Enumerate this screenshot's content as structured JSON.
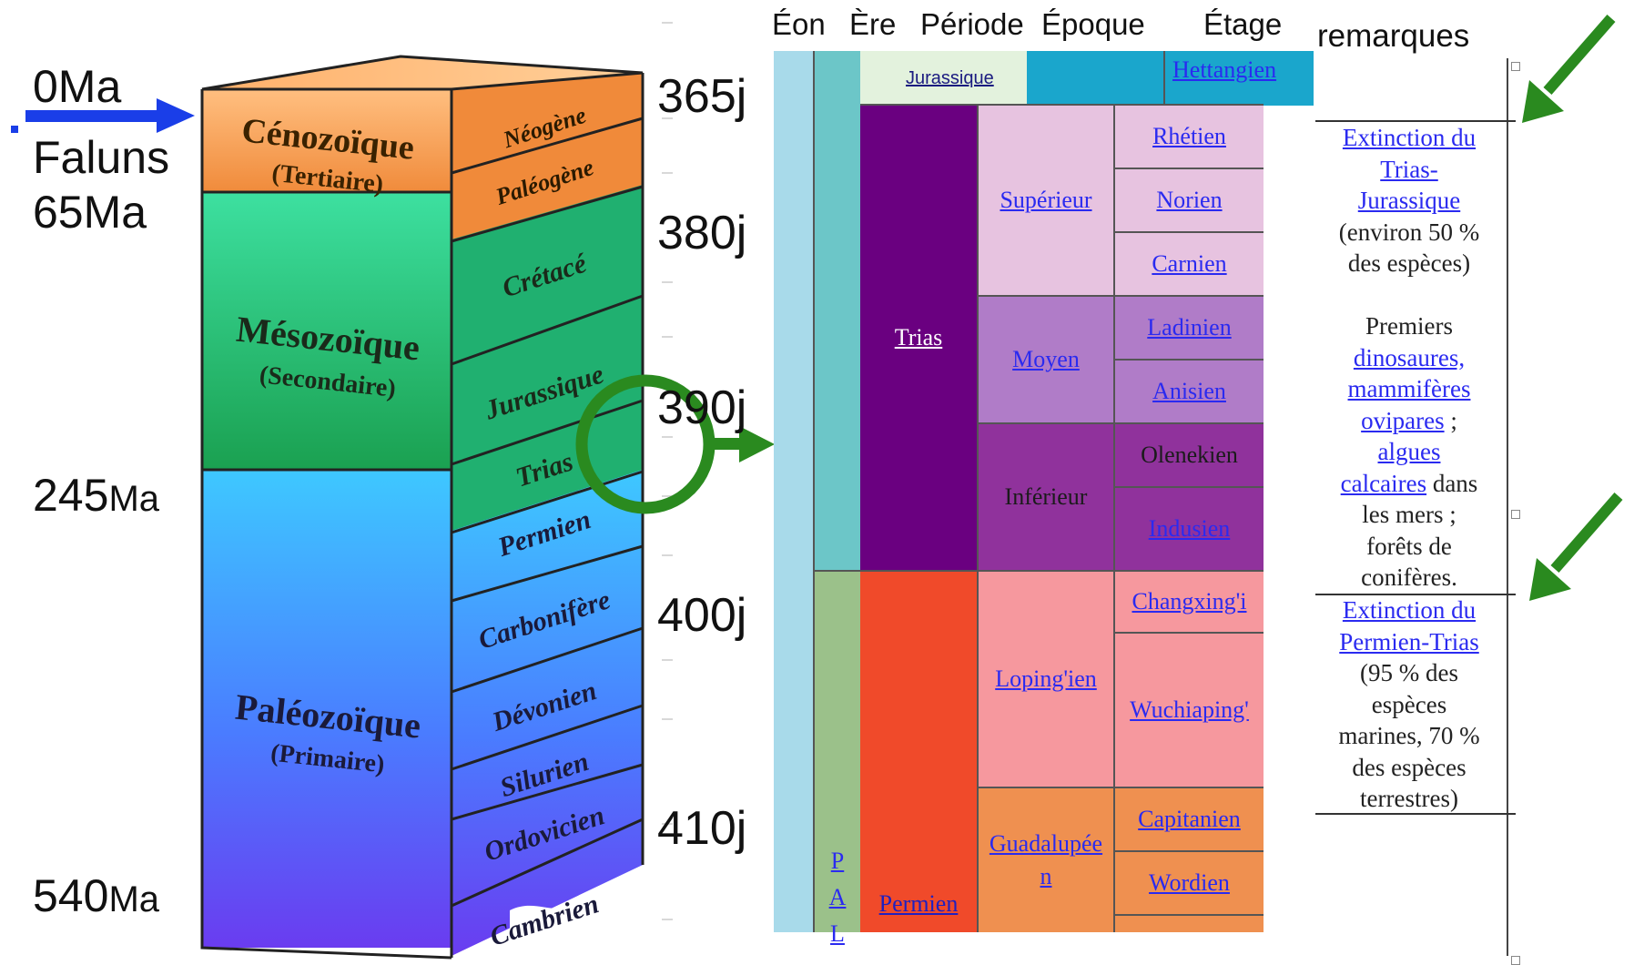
{
  "left_labels": {
    "ma0": "0Ma",
    "faluns": "Faluns",
    "ma65": "65Ma",
    "ma245_num": "245",
    "ma245_unit": "Ma",
    "ma540_num": "540",
    "ma540_unit": "Ma"
  },
  "column": {
    "eras": [
      {
        "name": "Cénozoïque",
        "sub": "(Tertiaire)"
      },
      {
        "name": "Mésozoïque",
        "sub": "(Secondaire)"
      },
      {
        "name": "Paléozoïque",
        "sub": "(Primaire)"
      }
    ],
    "periods": [
      "Néogène",
      "Paléogène",
      "Crétacé",
      "Jurassique",
      "Trias",
      "Permien",
      "Carbonifère",
      "Dévonien",
      "Silurien",
      "Ordovicien",
      "Cambrien"
    ]
  },
  "day_labels": [
    "365j",
    "380j",
    "390j",
    "400j",
    "410j"
  ],
  "table": {
    "headers": {
      "eon": "Éon",
      "era": "Ère",
      "period": "Période",
      "epoch": "Époque",
      "stage": "Étage",
      "remarks": "remarques"
    },
    "jurassique": "Jurassique",
    "hettangien": "Hettangien",
    "trias": "Trias",
    "permien": "Permien",
    "era_pal": [
      "P",
      "A",
      "L"
    ],
    "epochs": [
      "Supérieur",
      "Moyen",
      "Inférieur",
      "Loping'ien",
      "Guadalupée",
      "n"
    ],
    "stages": [
      "Rhétien",
      "Norien",
      "Carnien",
      "Ladinien",
      "Anisien",
      "Olenekien",
      "Indusien",
      "Changxing'i",
      "Wuchiaping'",
      "Capitanien",
      "Wordien"
    ]
  },
  "remarks": {
    "r1_link": [
      "Extinction du",
      "Trias-",
      "Jurassique"
    ],
    "r1_text": [
      "(environ 50 %",
      "des espèces)"
    ],
    "r2_text1": "Premiers",
    "r2_link1": "dinosaures,",
    "r2_link2": "mammifères",
    "r2_link3": "ovipares",
    "r2_text2": " ;",
    "r2_link4": "algues",
    "r2_link5": "calcaires",
    "r2_text3": " dans",
    "r2_text4": [
      "les mers ;",
      "forêts de",
      "conifères."
    ],
    "r3_link": [
      "Extinction du",
      "Permien-Trias"
    ],
    "r3_text": [
      "(95 % des",
      "espèces",
      "marines, 70 %",
      "des espèces",
      "terrestres)"
    ]
  },
  "colors": {
    "cenozoic": "#f5a25a",
    "mesozoic": "#33cc8a",
    "paleozoic": "#4a7cff",
    "arrow_blue": "#1a3ee8",
    "arrow_green": "#2a8a1f",
    "trias": "#6a0080",
    "permien": "#f04a2a"
  }
}
